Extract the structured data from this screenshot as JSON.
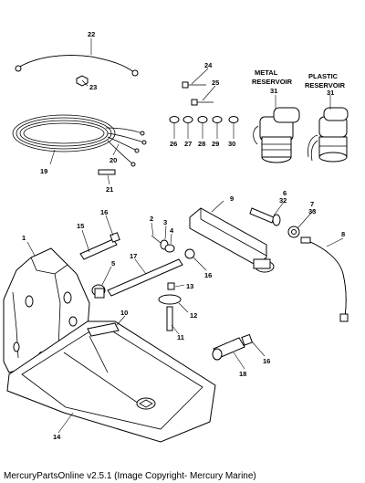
{
  "reservoirs": {
    "metal": "METAL RESERVOIR",
    "plastic": "PLASTIC RESERVOIR",
    "metal_num": "31",
    "plastic_num": "31"
  },
  "callouts": [
    {
      "id": "1",
      "text": "1"
    },
    {
      "id": "2",
      "text": "2"
    },
    {
      "id": "3",
      "text": "3"
    },
    {
      "id": "4",
      "text": "4"
    },
    {
      "id": "5",
      "text": "5"
    },
    {
      "id": "6",
      "text": "6"
    },
    {
      "id": "7",
      "text": "7"
    },
    {
      "id": "8",
      "text": "8"
    },
    {
      "id": "9",
      "text": "9"
    },
    {
      "id": "10",
      "text": "10"
    },
    {
      "id": "11",
      "text": "11"
    },
    {
      "id": "12",
      "text": "12"
    },
    {
      "id": "13",
      "text": "13"
    },
    {
      "id": "14",
      "text": "14"
    },
    {
      "id": "15",
      "text": "15"
    },
    {
      "id": "16a",
      "text": "16"
    },
    {
      "id": "16b",
      "text": "16"
    },
    {
      "id": "16c",
      "text": "16"
    },
    {
      "id": "17",
      "text": "17"
    },
    {
      "id": "18",
      "text": "18"
    },
    {
      "id": "19",
      "text": "19"
    },
    {
      "id": "20",
      "text": "20"
    },
    {
      "id": "21",
      "text": "21"
    },
    {
      "id": "22",
      "text": "22"
    },
    {
      "id": "23",
      "text": "23"
    },
    {
      "id": "24",
      "text": "24"
    },
    {
      "id": "25",
      "text": "25"
    },
    {
      "id": "26",
      "text": "26"
    },
    {
      "id": "27",
      "text": "27"
    },
    {
      "id": "28",
      "text": "28"
    },
    {
      "id": "29",
      "text": "29"
    },
    {
      "id": "30",
      "text": "30"
    },
    {
      "id": "32",
      "text": "32"
    },
    {
      "id": "33",
      "text": "33"
    }
  ],
  "footer": "MercuryPartsOnline v2.5.1 (Image Copyright- Mercury Marine)"
}
